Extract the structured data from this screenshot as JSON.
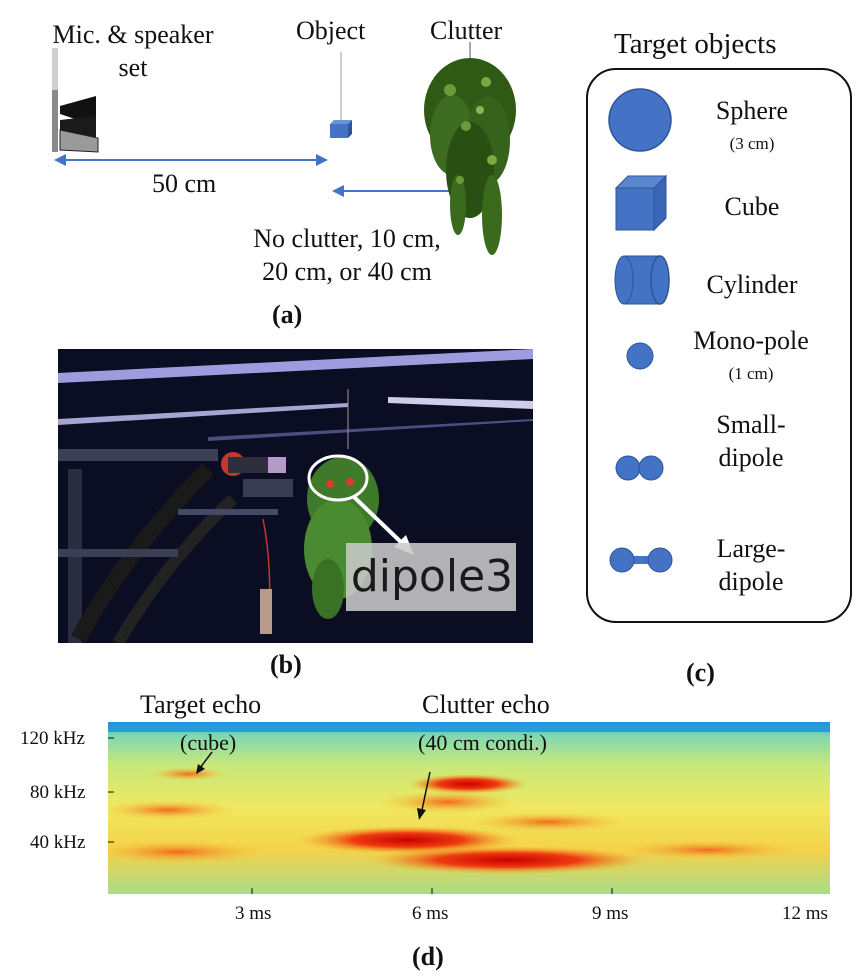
{
  "setup": {
    "mic_label": "Mic. & speaker\nset",
    "object_label": "Object",
    "clutter_label": "Clutter",
    "distance_label": "50 cm",
    "clutter_distance_label": "No clutter, 10 cm,\n20 cm, or 40 cm",
    "panel_label": "(a)"
  },
  "photo": {
    "callout_label": "dipole3",
    "panel_label": "(b)"
  },
  "targets": {
    "title": "Target objects",
    "panel_label": "(c)",
    "items": [
      {
        "name": "Sphere",
        "size": "(3 cm)"
      },
      {
        "name": "Cube",
        "size": ""
      },
      {
        "name": "Cylinder",
        "size": ""
      },
      {
        "name": "Mono-pole",
        "size": "(1 cm)"
      },
      {
        "name": "Small-\ndipole",
        "size": ""
      },
      {
        "name": "Large-\ndipole",
        "size": ""
      }
    ],
    "shape_color": "#4472c4"
  },
  "spectrogram": {
    "panel_label": "(d)",
    "target_echo": {
      "title": "Target echo",
      "detail": "(cube)"
    },
    "clutter_echo": {
      "title": "Clutter echo",
      "detail": "(40 cm condi.)"
    },
    "y_ticks": [
      "120 kHz",
      "80 kHz",
      "40 kHz"
    ],
    "x_ticks": [
      "3 ms",
      "6 ms",
      "9 ms",
      "12 ms"
    ]
  },
  "colors": {
    "arrow_blue": "#4472c4",
    "foliage": "#3d6b1f"
  }
}
